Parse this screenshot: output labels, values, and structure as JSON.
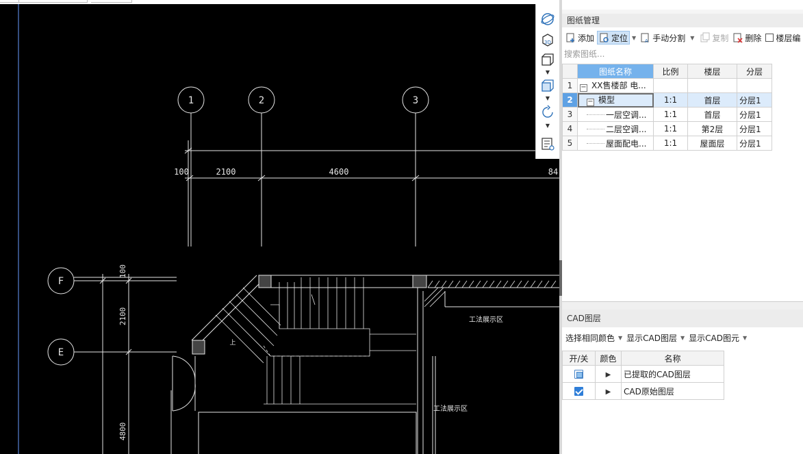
{
  "drawing_panel": {
    "title": "图纸管理",
    "toolbar": {
      "add": "添加",
      "locate": "定位",
      "manual_split": "手动分割",
      "copy": "复制",
      "delete": "删除",
      "floor_checkbox": "楼层编"
    },
    "search_placeholder": "搜索图纸...",
    "columns": [
      "图纸名称",
      "比例",
      "楼层",
      "分层"
    ],
    "rows": [
      {
        "num": "1",
        "name": "XX售楼部 电...",
        "scale": "",
        "floor": "",
        "layer": ""
      },
      {
        "num": "2",
        "name": "模型",
        "scale": "1:1",
        "floor": "首层",
        "layer": "分层1"
      },
      {
        "num": "3",
        "name": "一层空调...",
        "scale": "1:1",
        "floor": "首层",
        "layer": "分层1"
      },
      {
        "num": "4",
        "name": "二层空调...",
        "scale": "1:1",
        "floor": "第2层",
        "layer": "分层1"
      },
      {
        "num": "5",
        "name": "屋面配电...",
        "scale": "1:1",
        "floor": "屋面层",
        "layer": "分层1"
      }
    ]
  },
  "cad_panel": {
    "title": "CAD图层",
    "toolbar": {
      "select_same_color": "选择相同颜色",
      "show_layers": "显示CAD图层",
      "show_elements": "显示CAD图元"
    },
    "columns": [
      "开/关",
      "颜色",
      "名称"
    ],
    "rows": [
      {
        "state": "partial",
        "name": "已提取的CAD图层"
      },
      {
        "state": "checked",
        "name": "CAD原始图层"
      }
    ]
  },
  "cad_drawing": {
    "axis_labels": [
      "1",
      "2",
      "3",
      "F",
      "E"
    ],
    "dimensions": [
      "100",
      "2100",
      "4600",
      "84",
      "100",
      "2100",
      "4800"
    ],
    "room_labels": [
      "工法展示区",
      "工法展示区"
    ],
    "stair_mark": "上"
  },
  "colors": {
    "canvas_bg": "#000000",
    "cad_line": "#e6e6e6",
    "axis_line": "#6a9cff",
    "selection_accent": "#75b2ec",
    "check_blue": "#2f7ed8"
  },
  "icons": [
    "orbit-icon",
    "3d-view-icon",
    "box-view-icon",
    "shaded-box-icon",
    "rotate-icon",
    "layer-list-icon",
    "add-drawing-icon",
    "locate-icon",
    "manual-split-icon",
    "copy-icon",
    "delete-icon"
  ]
}
